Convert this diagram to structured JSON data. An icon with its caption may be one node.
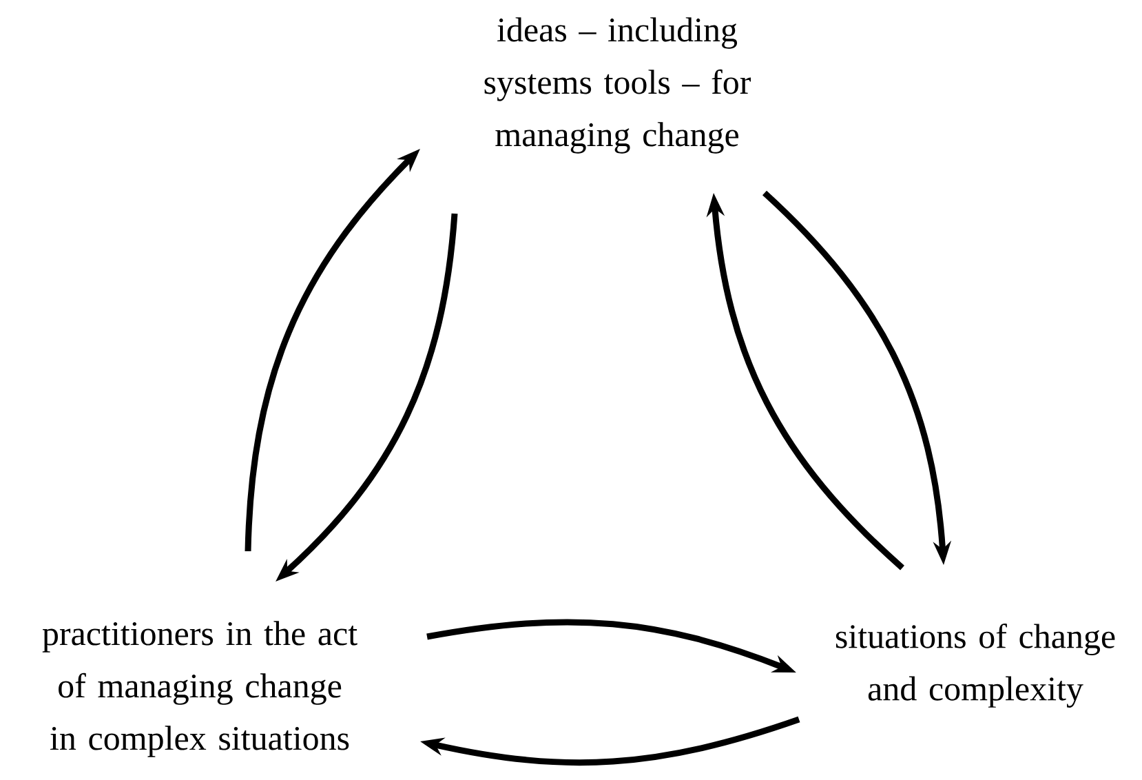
{
  "diagram": {
    "nodes": [
      {
        "text": [
          "ideas – including systems tools – for managing change"
        ]
      },
      {
        "text": [
          "practitioners in the act of managing change in complex situations"
        ]
      },
      {
        "text": [
          "situations of change and complexity"
        ]
      }
    ],
    "edges": [
      {
        "from": 1,
        "to": 0,
        "arrow": "to"
      },
      {
        "from": 0,
        "to": 1,
        "arrow": "to"
      },
      {
        "from": 0,
        "to": 2,
        "arrow": "to"
      },
      {
        "from": 2,
        "to": 0,
        "arrow": "to"
      },
      {
        "from": 1,
        "to": 2,
        "arrow": "to"
      },
      {
        "from": 2,
        "to": 1,
        "arrow": "to"
      }
    ]
  }
}
